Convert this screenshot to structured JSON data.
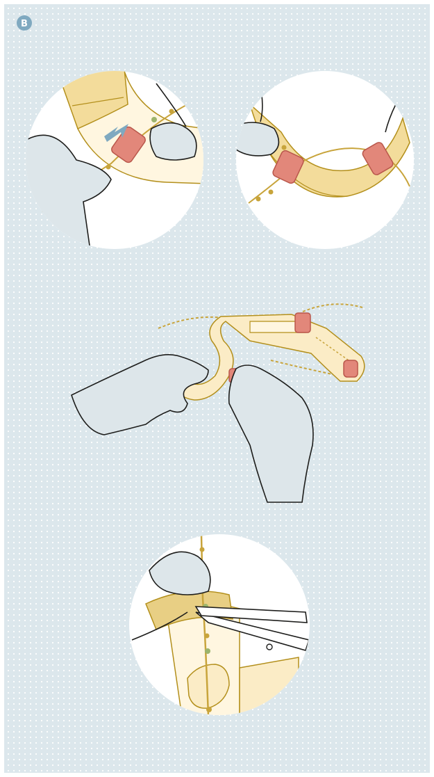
{
  "badge": {
    "label": "B"
  },
  "colors": {
    "background": "#dce7ec",
    "dots": "#ffffff",
    "badge": "#7fa9c0",
    "glove": "#dde6ea",
    "ink": "#1d1d1b",
    "device_fill": "#fbecc6",
    "device_light": "#fff6e0",
    "device_shade": "#e8cf84",
    "device_stroke": "#b38f1b",
    "suture": "#c8a43b",
    "bead_green": "#9cb46c",
    "clip": "#e2877a",
    "clip_dark": "#b9574b",
    "arrow": "#7fa9c0"
  },
  "panels": [
    {
      "id": "step-1",
      "shape": "circle"
    },
    {
      "id": "step-2",
      "shape": "circle"
    },
    {
      "id": "step-3",
      "shape": "open"
    },
    {
      "id": "step-4",
      "shape": "circle"
    }
  ]
}
